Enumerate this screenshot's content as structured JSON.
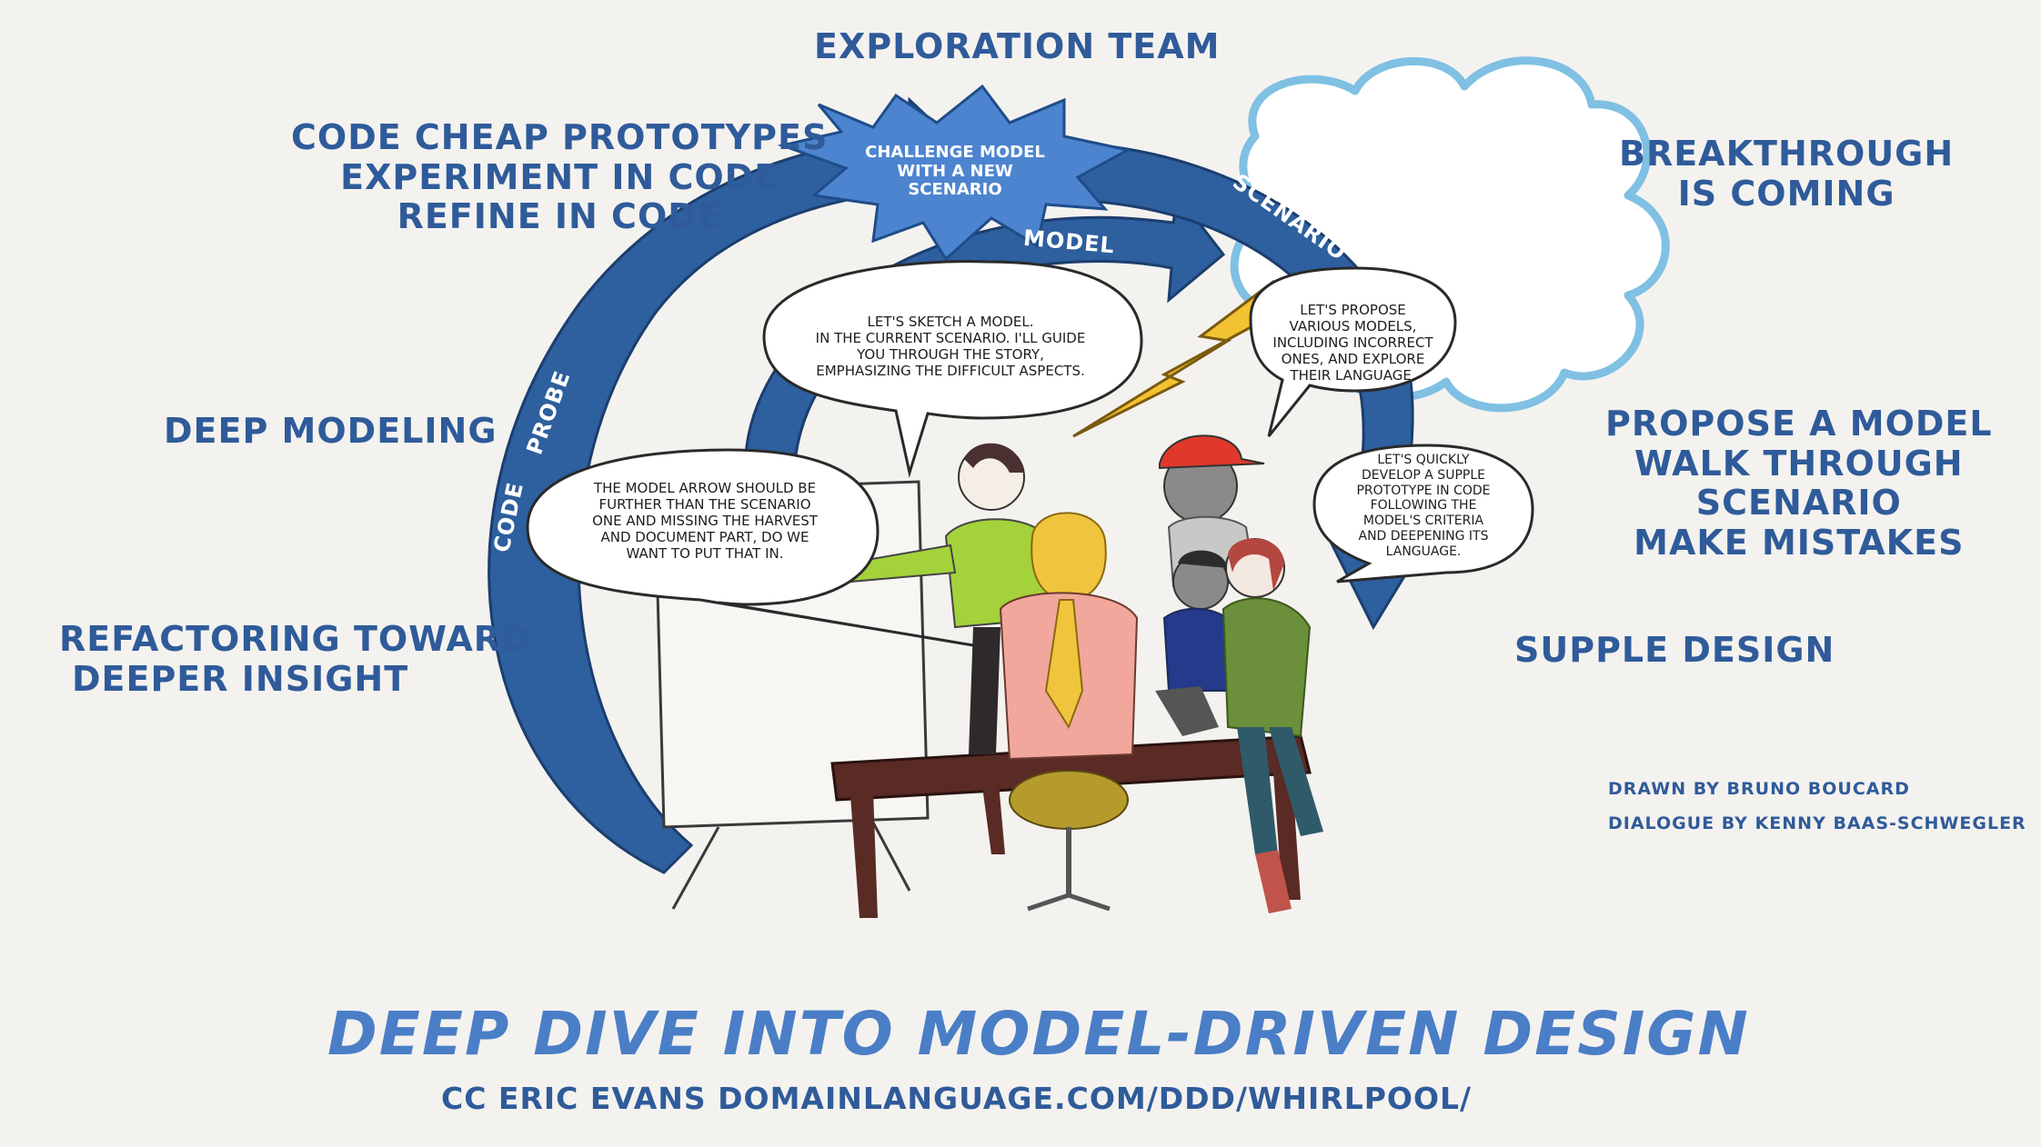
{
  "title": "DEEP DIVE INTO MODEL-DRIVEN DESIGN",
  "subtitle": "CC ERIC EVANS DOMAINLANGUAGE.COM/DDD/WHIRLPOOL/",
  "labels": {
    "exploration_team": "EXPLORATION TEAM",
    "code_cheap": [
      "CODE CHEAP PROTOTYPES",
      "EXPERIMENT IN CODE",
      "REFINE IN CODE"
    ],
    "deep_modeling": "DEEP MODELING",
    "refactoring": [
      "REFACTORING TOWARD",
      "DEEPER INSIGHT"
    ],
    "breakthrough": [
      "BREAKTHROUGH",
      "IS COMING"
    ],
    "propose": [
      "PROPOSE A MODEL",
      "WALK THROUGH",
      "SCENARIO",
      "MAKE MISTAKES"
    ],
    "supple_design": "SUPPLE DESIGN"
  },
  "arrows": {
    "model": "MODEL",
    "scenario": "SCENARIO",
    "code": "CODE",
    "probe": "PROBE"
  },
  "burst": [
    "CHALLENGE MODEL",
    "WITH A NEW",
    "SCENARIO"
  ],
  "bubbles": {
    "sketch": [
      "LET'S SKETCH A MODEL.",
      "IN THE CURRENT SCENARIO. I'LL GUIDE",
      "YOU THROUGH THE STORY,",
      "EMPHASIZING THE DIFFICULT ASPECTS."
    ],
    "propose": [
      "LET'S PROPOSE",
      "VARIOUS MODELS,",
      "INCLUDING INCORRECT",
      "ONES, AND EXPLORE",
      "THEIR LANGUAGE."
    ],
    "arrow_comment": [
      "THE MODEL ARROW SHOULD BE",
      "FURTHER THAN THE SCENARIO",
      "ONE AND MISSING THE HARVEST",
      "AND DOCUMENT PART, DO WE",
      "WANT TO PUT THAT IN."
    ],
    "prototype": [
      "LET'S QUICKLY",
      "DEVELOP A SUPPLE",
      "PROTOTYPE IN CODE",
      "FOLLOWING THE",
      "MODEL'S CRITERIA",
      "AND DEEPENING ITS",
      "LANGUAGE."
    ]
  },
  "credits": {
    "drawn": "DRAWN BY BRUNO BOUCARD",
    "dialogue": "DIALOGUE BY KENNY BAAS-SCHWEGLER"
  },
  "colors": {
    "arrow_blue": "#2e5f9e",
    "burst_blue": "#4d84cf",
    "label_blue": "#2f5b9a",
    "title_blue": "#4a7ec6",
    "cloud_blue": "#8fcbe8"
  }
}
